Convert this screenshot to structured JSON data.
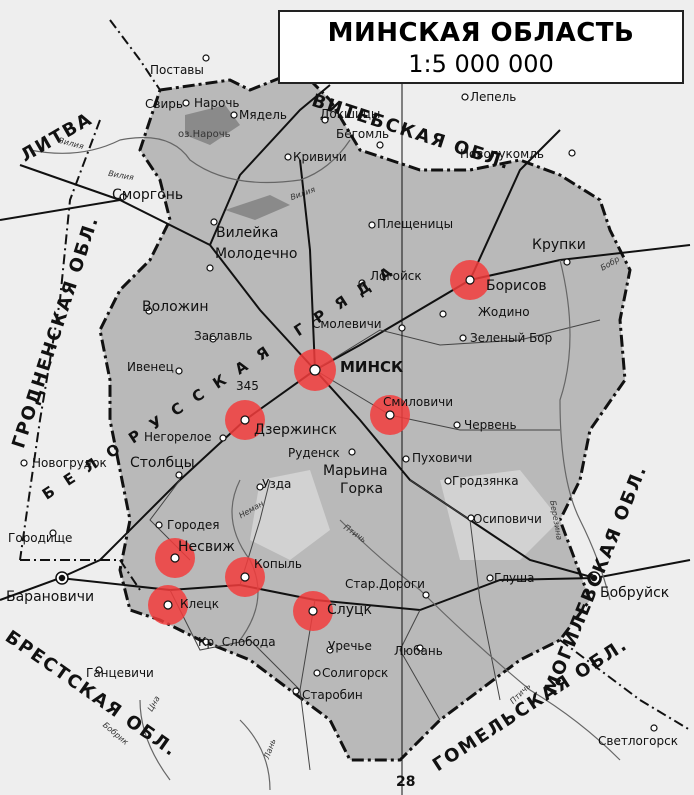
{
  "title": {
    "name": "МИНСКАЯ ОБЛАСТЬ",
    "scale": "1:5 000 000"
  },
  "regions": {
    "vitebsk": "ВИТЕБСКАЯ ОБЛ.",
    "grodno": "ГРОДНЕНСКАЯ ОБЛ.",
    "brest": "БРЕСТСКАЯ ОБЛ.",
    "mogilev": "МОГИЛЕВСКАЯ ОБЛ.",
    "gomel": "ГОМЕЛЬСКАЯ ОБЛ.",
    "lithuania": "ЛИТВА",
    "ridge": "БЕЛОРУССКАЯ ГРЯДА"
  },
  "capital": "МИНСК",
  "cities": [
    "Борисов",
    "Дзержинск",
    "Смиловичи",
    "Несвиж",
    "Копыль",
    "Клецк",
    "Слуцк",
    "Барановичи",
    "Бобруйск"
  ],
  "towns": {
    "postavy": "Поставы",
    "svir": "Свирь",
    "naroch": "Нарочь",
    "myadel": "Мядель",
    "dokshitsy": "Докшицы",
    "begoml": "Бегомль",
    "lepel": "Лепель",
    "novolukoml": "Новолукомль",
    "krivichi": "Кривичи",
    "smorgon": "Сморгонь",
    "vileyka": "Вилейка",
    "molodechno": "Молодечно",
    "pleshchenitsy": "Плещеницы",
    "krupki": "Крупки",
    "logoysk": "Логойск",
    "zhodino": "Жодино",
    "volozhin": "Воложин",
    "smolevichi": "Смолевичи",
    "zaslavl": "Заславль",
    "zeleny_bor": "Зеленый Бор",
    "ivenets": "Ивенец",
    "cherven": "Червень",
    "negoreloe": "Негорелое",
    "rudensk": "Руденск",
    "novogrudok": "Новогрудок",
    "stolbtsy": "Столбцы",
    "pukhovichi": "Пуховичи",
    "maryina": "Марьина",
    "gorka": "Горка",
    "uzda": "Узда",
    "grodzyanka": "Гродзянка",
    "gorodeya": "Городея",
    "osipovichi": "Осиповичи",
    "gorodishche": "Городище",
    "star_dorogi": "Стар.Дороги",
    "glusha": "Глуша",
    "kr_sloboda": "Кр. Слобода",
    "lyuban": "Любань",
    "urechye": "Уречье",
    "gantsevichi": "Ганцевичи",
    "soligorsk": "Солигорск",
    "starobin": "Старобин",
    "svetlogorsk": "Светлогорск"
  },
  "lakes": {
    "naroch": "оз.Нарочь"
  },
  "rivers": {
    "viliya1": "Вилия",
    "viliya2": "Вилия",
    "viliya3": "Вилия",
    "bobr": "Бобр",
    "berezina": "Березина",
    "neman": "Неман",
    "ptich1": "Птичь",
    "ptich2": "Птичь",
    "tsna": "Цна",
    "lan": "Лань",
    "bobrik": "Бобрик"
  },
  "marks": {
    "height": "345",
    "page": "28"
  },
  "colors": {
    "region_fill": "#b9b9b9",
    "outside_fill": "#eeeeee",
    "marker": "#f23c3c"
  },
  "highlighted": [
    "Борисов",
    "МИНСК",
    "Смиловичи",
    "Дзержинск",
    "Несвиж",
    "Копыль",
    "Клецк",
    "Слуцк"
  ]
}
